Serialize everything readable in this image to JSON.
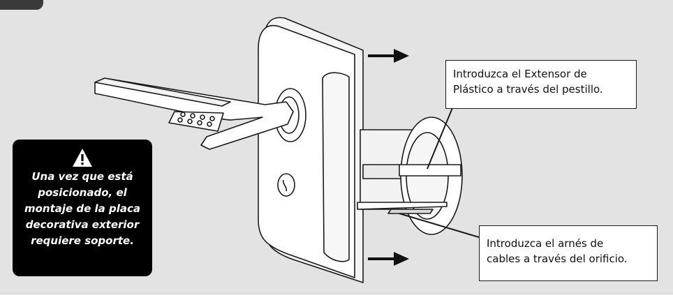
{
  "callouts": {
    "top": "Introduzca el Extensor de\nPlástico a través del pestillo.",
    "bottom": "Introduzca el arnés de\ncables a través del orificio."
  },
  "warning": {
    "icon": "warning-triangle-icon",
    "text": "Una vez que está\nposicionado, el\nmontaje de la placa\ndecorativa exterior\nrequiere soporte."
  },
  "colors": {
    "panel": "#e3e3e3",
    "warning_bg": "#000000",
    "line": "#1a1a1a"
  }
}
